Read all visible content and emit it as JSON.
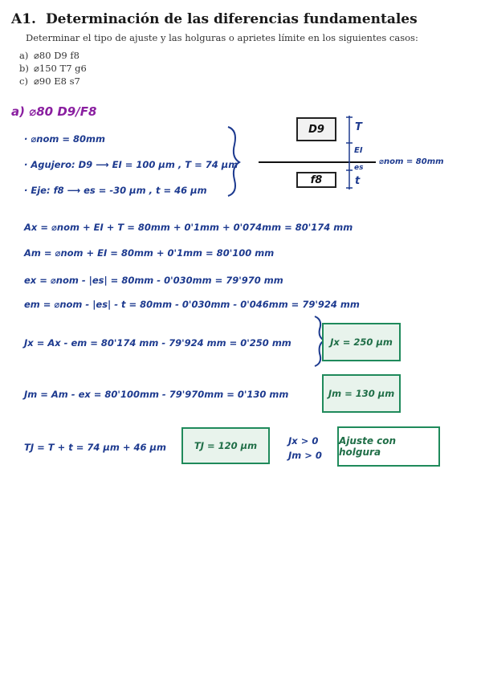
{
  "header": {
    "section_number": "A1.",
    "section_title": "Determinación de las diferencias fundamentales",
    "instruction": "Determinar el tipo de ajuste y las holguras o aprietes límite en los siguientes casos:"
  },
  "cases": [
    {
      "label": "a)",
      "text": "⌀80 D9 f8"
    },
    {
      "label": "b)",
      "text": "⌀150 T7 g6"
    },
    {
      "label": "c)",
      "text": "⌀90 E8 s7"
    }
  ],
  "solution": {
    "heading": "a) ⌀80 D9/F8",
    "data_lines": [
      "· ⌀nom = 80mm",
      "· Agujero: D9 ⟶ EI = 100 μm ,  T = 74 μm",
      "· Eje: f8 ⟶ es = -30 μm ,  t = 46 μm"
    ],
    "diagram": {
      "hole_label": "D9",
      "shaft_label": "f8",
      "T": "T",
      "EI": "EI",
      "es": "es",
      "t": "t",
      "nom": "⌀nom = 80mm"
    },
    "equations": [
      "Ax = ⌀nom + EI + T  =  80mm + 0'1mm + 0'074mm = 80'174 mm",
      "Am = ⌀nom + EI  =  80mm + 0'1mm = 80'100 mm",
      "ex = ⌀nom - |es| = 80mm - 0'030mm = 79'970 mm",
      "em = ⌀nom - |es| - t = 80mm - 0'030mm - 0'046mm = 79'924 mm"
    ],
    "jx": {
      "expr": "Jx = Ax - em = 80'174 mm - 79'924 mm = 0'250 mm",
      "result": "Jx = 250 μm"
    },
    "jm": {
      "expr": "Jm = Am - ex = 80'100mm - 79'970mm = 0'130 mm",
      "result": "Jm = 130 μm"
    },
    "tj": {
      "expr": "TJ = T + t = 74 μm + 46 μm",
      "result": "TJ = 120 μm"
    },
    "conditions": [
      "Jx > 0",
      "Jm > 0"
    ],
    "conclusion": "Ajuste con holgura"
  }
}
